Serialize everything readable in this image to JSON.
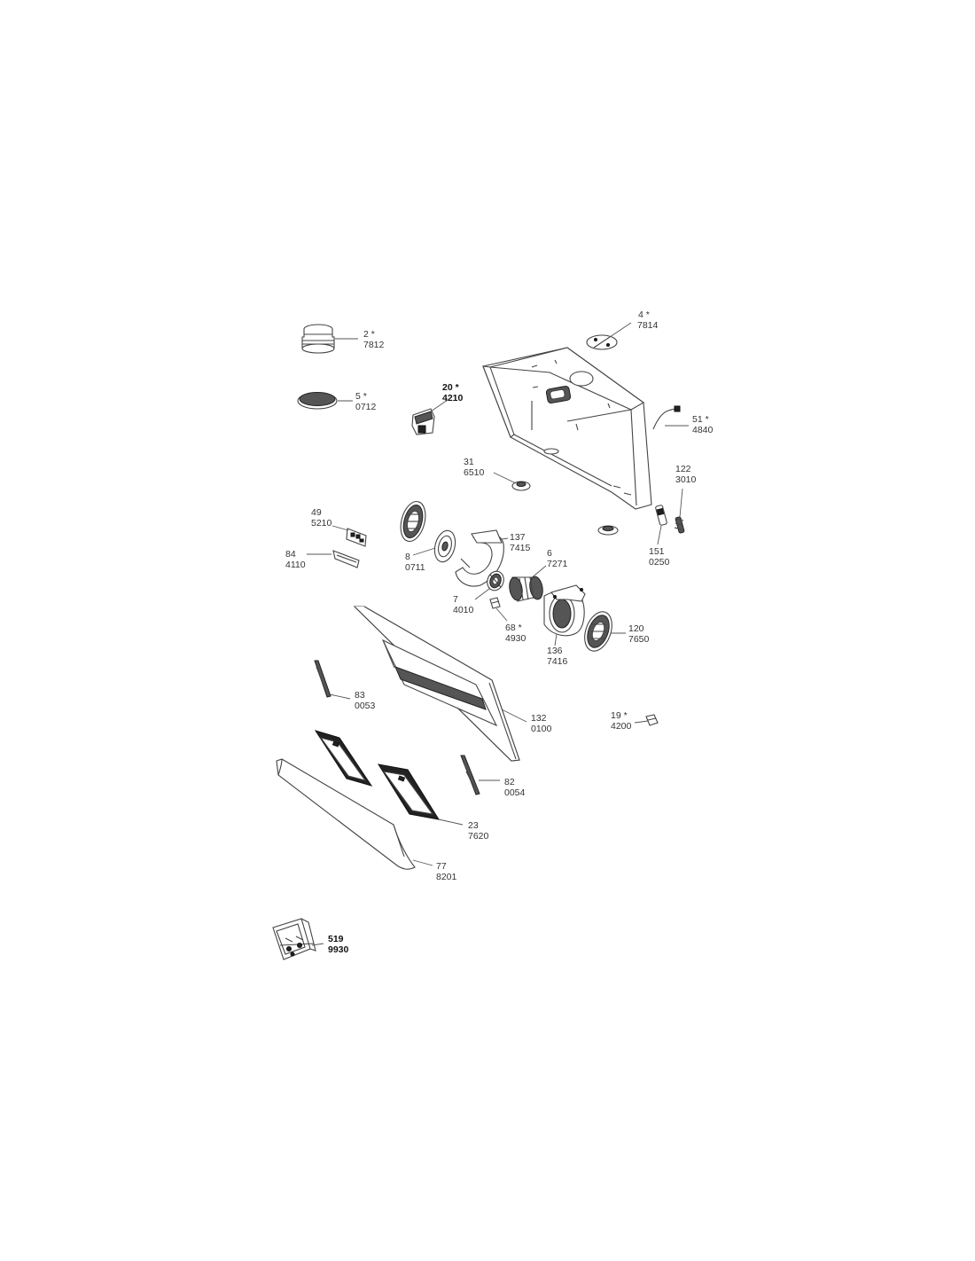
{
  "callouts": [
    {
      "id": "c2",
      "ref": "2 *",
      "code": "7812",
      "bold": false
    },
    {
      "id": "c4",
      "ref": "4 *",
      "code": "7814",
      "bold": false
    },
    {
      "id": "c5",
      "ref": "5 *",
      "code": "0712",
      "bold": false
    },
    {
      "id": "c20",
      "ref": "20 *",
      "code": "4210",
      "bold": true
    },
    {
      "id": "c51",
      "ref": "51 *",
      "code": "4840",
      "bold": false
    },
    {
      "id": "c31",
      "ref": "31",
      "code": "6510",
      "bold": false
    },
    {
      "id": "c122",
      "ref": "122",
      "code": "3010",
      "bold": false
    },
    {
      "id": "c49",
      "ref": "49",
      "code": "5210",
      "bold": false
    },
    {
      "id": "c137",
      "ref": "137",
      "code": "7415",
      "bold": false
    },
    {
      "id": "c6",
      "ref": "6",
      "code": "7271",
      "bold": false
    },
    {
      "id": "c151",
      "ref": "151",
      "code": "0250",
      "bold": false
    },
    {
      "id": "c84",
      "ref": "84",
      "code": "4110",
      "bold": false
    },
    {
      "id": "c8",
      "ref": "8",
      "code": "0711",
      "bold": false
    },
    {
      "id": "c7",
      "ref": "7",
      "code": "4010",
      "bold": false
    },
    {
      "id": "c68",
      "ref": "68 *",
      "code": "4930",
      "bold": false
    },
    {
      "id": "c136",
      "ref": "136",
      "code": "7416",
      "bold": false
    },
    {
      "id": "c120",
      "ref": "120",
      "code": "7650",
      "bold": false
    },
    {
      "id": "c83",
      "ref": "83",
      "code": "0053",
      "bold": false
    },
    {
      "id": "c132",
      "ref": "132",
      "code": "0100",
      "bold": false
    },
    {
      "id": "c19",
      "ref": "19 *",
      "code": "4200",
      "bold": false
    },
    {
      "id": "c82",
      "ref": "82",
      "code": "0054",
      "bold": false
    },
    {
      "id": "c23",
      "ref": "23",
      "code": "7620",
      "bold": false
    },
    {
      "id": "c77",
      "ref": "77",
      "code": "8201",
      "bold": false
    },
    {
      "id": "c519",
      "ref": "519",
      "code": "9930",
      "bold": true
    }
  ]
}
